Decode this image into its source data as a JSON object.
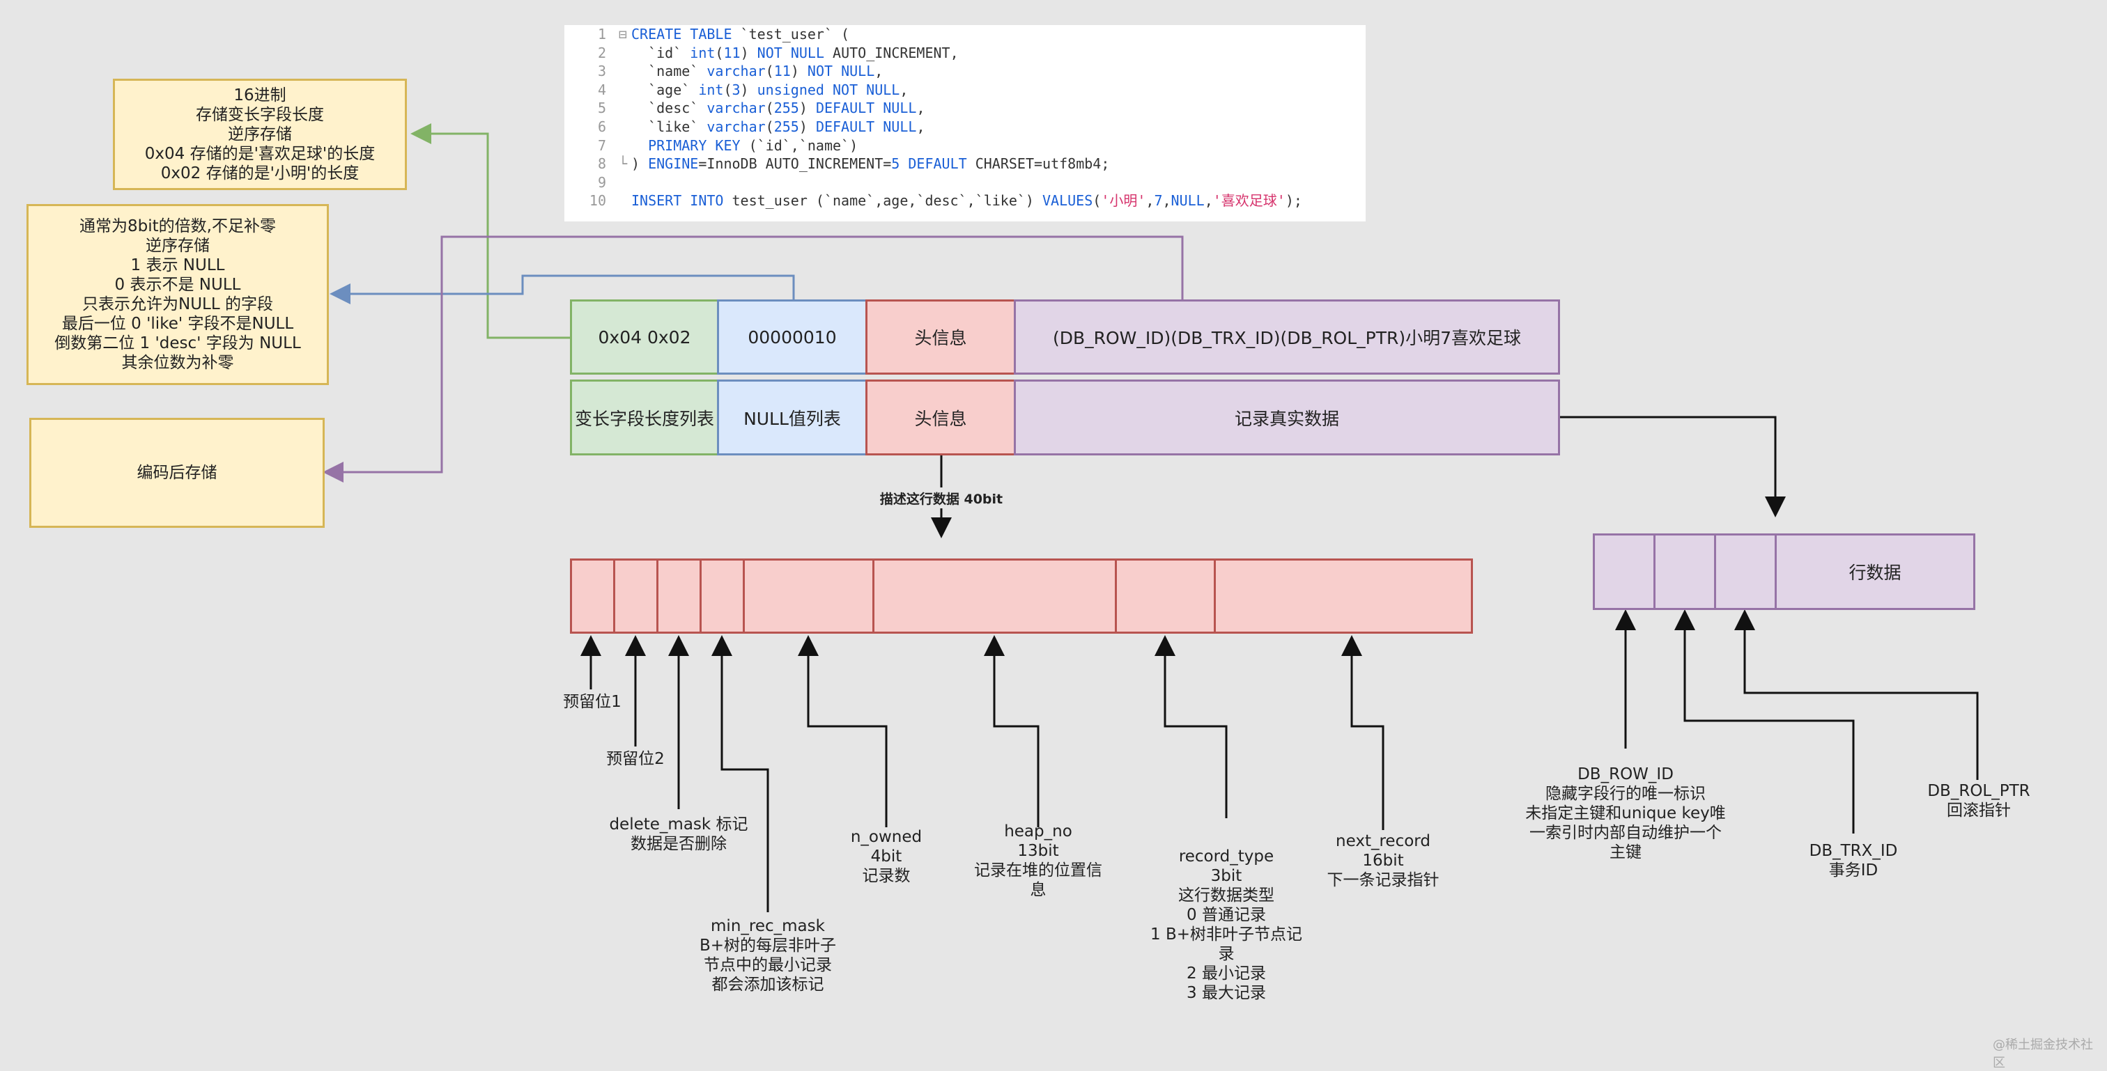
{
  "code_lines": [
    {
      "n": "1",
      "fold": "⊟",
      "parts": [
        [
          "kw",
          "CREATE TABLE "
        ],
        [
          "t",
          "`test_user` ("
        ]
      ]
    },
    {
      "n": "2",
      "fold": "",
      "parts": [
        [
          "t",
          "  `id` "
        ],
        [
          "kw",
          "int"
        ],
        [
          "t",
          "("
        ],
        [
          "num",
          "11"
        ],
        [
          "t",
          ") "
        ],
        [
          "kw",
          "NOT NULL"
        ],
        [
          "t",
          " AUTO_INCREMENT,"
        ]
      ]
    },
    {
      "n": "3",
      "fold": "",
      "parts": [
        [
          "t",
          "  `name` "
        ],
        [
          "kw",
          "varchar"
        ],
        [
          "t",
          "("
        ],
        [
          "num",
          "11"
        ],
        [
          "t",
          ") "
        ],
        [
          "kw",
          "NOT NULL"
        ],
        [
          "t",
          ","
        ]
      ]
    },
    {
      "n": "4",
      "fold": "",
      "parts": [
        [
          "t",
          "  `age` "
        ],
        [
          "kw",
          "int"
        ],
        [
          "t",
          "("
        ],
        [
          "num",
          "3"
        ],
        [
          "t",
          ") "
        ],
        [
          "kw",
          "unsigned NOT NULL"
        ],
        [
          "t",
          ","
        ]
      ]
    },
    {
      "n": "5",
      "fold": "",
      "parts": [
        [
          "t",
          "  `desc` "
        ],
        [
          "kw",
          "varchar"
        ],
        [
          "t",
          "("
        ],
        [
          "num",
          "255"
        ],
        [
          "t",
          ") "
        ],
        [
          "kw",
          "DEFAULT NULL"
        ],
        [
          "t",
          ","
        ]
      ]
    },
    {
      "n": "6",
      "fold": "",
      "parts": [
        [
          "t",
          "  `like` "
        ],
        [
          "kw",
          "varchar"
        ],
        [
          "t",
          "("
        ],
        [
          "num",
          "255"
        ],
        [
          "t",
          ") "
        ],
        [
          "kw",
          "DEFAULT NULL"
        ],
        [
          "t",
          ","
        ]
      ]
    },
    {
      "n": "7",
      "fold": "",
      "parts": [
        [
          "kw",
          "  PRIMARY KEY "
        ],
        [
          "t",
          "(`id`,`name`)"
        ]
      ]
    },
    {
      "n": "8",
      "fold": "└",
      "parts": [
        [
          "t",
          ") "
        ],
        [
          "kw",
          "ENGINE"
        ],
        [
          "t",
          "=InnoDB AUTO_INCREMENT="
        ],
        [
          "num",
          "5"
        ],
        [
          "kw",
          " DEFAULT"
        ],
        [
          "t",
          " CHARSET=utf8mb4;"
        ]
      ]
    },
    {
      "n": "9",
      "fold": "",
      "parts": []
    },
    {
      "n": "10",
      "fold": "",
      "parts": [
        [
          "kw",
          "INSERT INTO"
        ],
        [
          "t",
          " test_user (`name`,age,`desc`,`like`) "
        ],
        [
          "kw",
          "VALUES"
        ],
        [
          "t",
          "("
        ],
        [
          "str",
          "'小明'"
        ],
        [
          "t",
          ","
        ],
        [
          "num",
          "7"
        ],
        [
          "t",
          ","
        ],
        [
          "kw",
          "NULL"
        ],
        [
          "t",
          ","
        ],
        [
          "str",
          "'喜欢足球'"
        ],
        [
          "t",
          ");"
        ]
      ]
    }
  ],
  "notes": {
    "hex": [
      "16进制",
      "存储变长字段长度",
      "逆序存储",
      "0x04 存储的是'喜欢足球'的长度",
      "0x02 存储的是'小明'的长度"
    ],
    "null": [
      "通常为8bit的倍数,不足补零",
      "逆序存储",
      "1 表示 NULL",
      "0 表示不是 NULL",
      "只表示允许为NULL 的字段",
      "最后一位 0 'like' 字段不是NULL",
      "倒数第二位 1 'desc' 字段为 NULL",
      "其余位数为补零"
    ],
    "encoded": "编码后存储"
  },
  "row1": {
    "varlen": "0x04 0x02",
    "nulls": "00000010",
    "header": "头信息",
    "data": "(DB_ROW_ID)(DB_TRX_ID)(DB_ROL_PTR)小明7喜欢足球"
  },
  "row2": {
    "varlen": "变长字段长度列表",
    "nulls": "NULL值列表",
    "header": "头信息",
    "data": "记录真实数据"
  },
  "header_desc": "描述这行数据 40bit",
  "row_data_label": "行数据",
  "header_fields": {
    "reserved1": "预留位1",
    "reserved2": "预留位2",
    "delete_mask": [
      "delete_mask 标记",
      "数据是否删除"
    ],
    "min_rec_mask": [
      "min_rec_mask",
      "B+树的每层非叶子",
      "节点中的最小记录",
      "都会添加该标记"
    ],
    "n_owned": [
      "n_owned",
      "4bit",
      "记录数"
    ],
    "heap_no": [
      "heap_no",
      "13bit",
      "记录在堆的位置信",
      "息"
    ],
    "record_type": [
      "record_type",
      "3bit",
      "这行数据类型",
      "0 普通记录",
      "1 B+树非叶子节点记",
      "录",
      "2 最小记录",
      "3 最大记录"
    ],
    "next_record": [
      "next_record",
      "16bit",
      "下一条记录指针"
    ]
  },
  "hidden_cols": {
    "row_id": [
      "DB_ROW_ID",
      "隐藏字段行的唯一标识",
      "未指定主键和unique key唯",
      "一索引时内部自动维护一个",
      "主键"
    ],
    "trx_id": [
      "DB_TRX_ID",
      "事务ID"
    ],
    "rol_ptr": [
      "DB_ROL_PTR",
      "回滚指针"
    ]
  },
  "watermark": "@稀土掘金技术社区",
  "colors": {
    "green": "#82b366",
    "blue": "#6c8ebf",
    "purple": "#9673a6",
    "red": "#b85450",
    "yellow": "#d6b656"
  }
}
